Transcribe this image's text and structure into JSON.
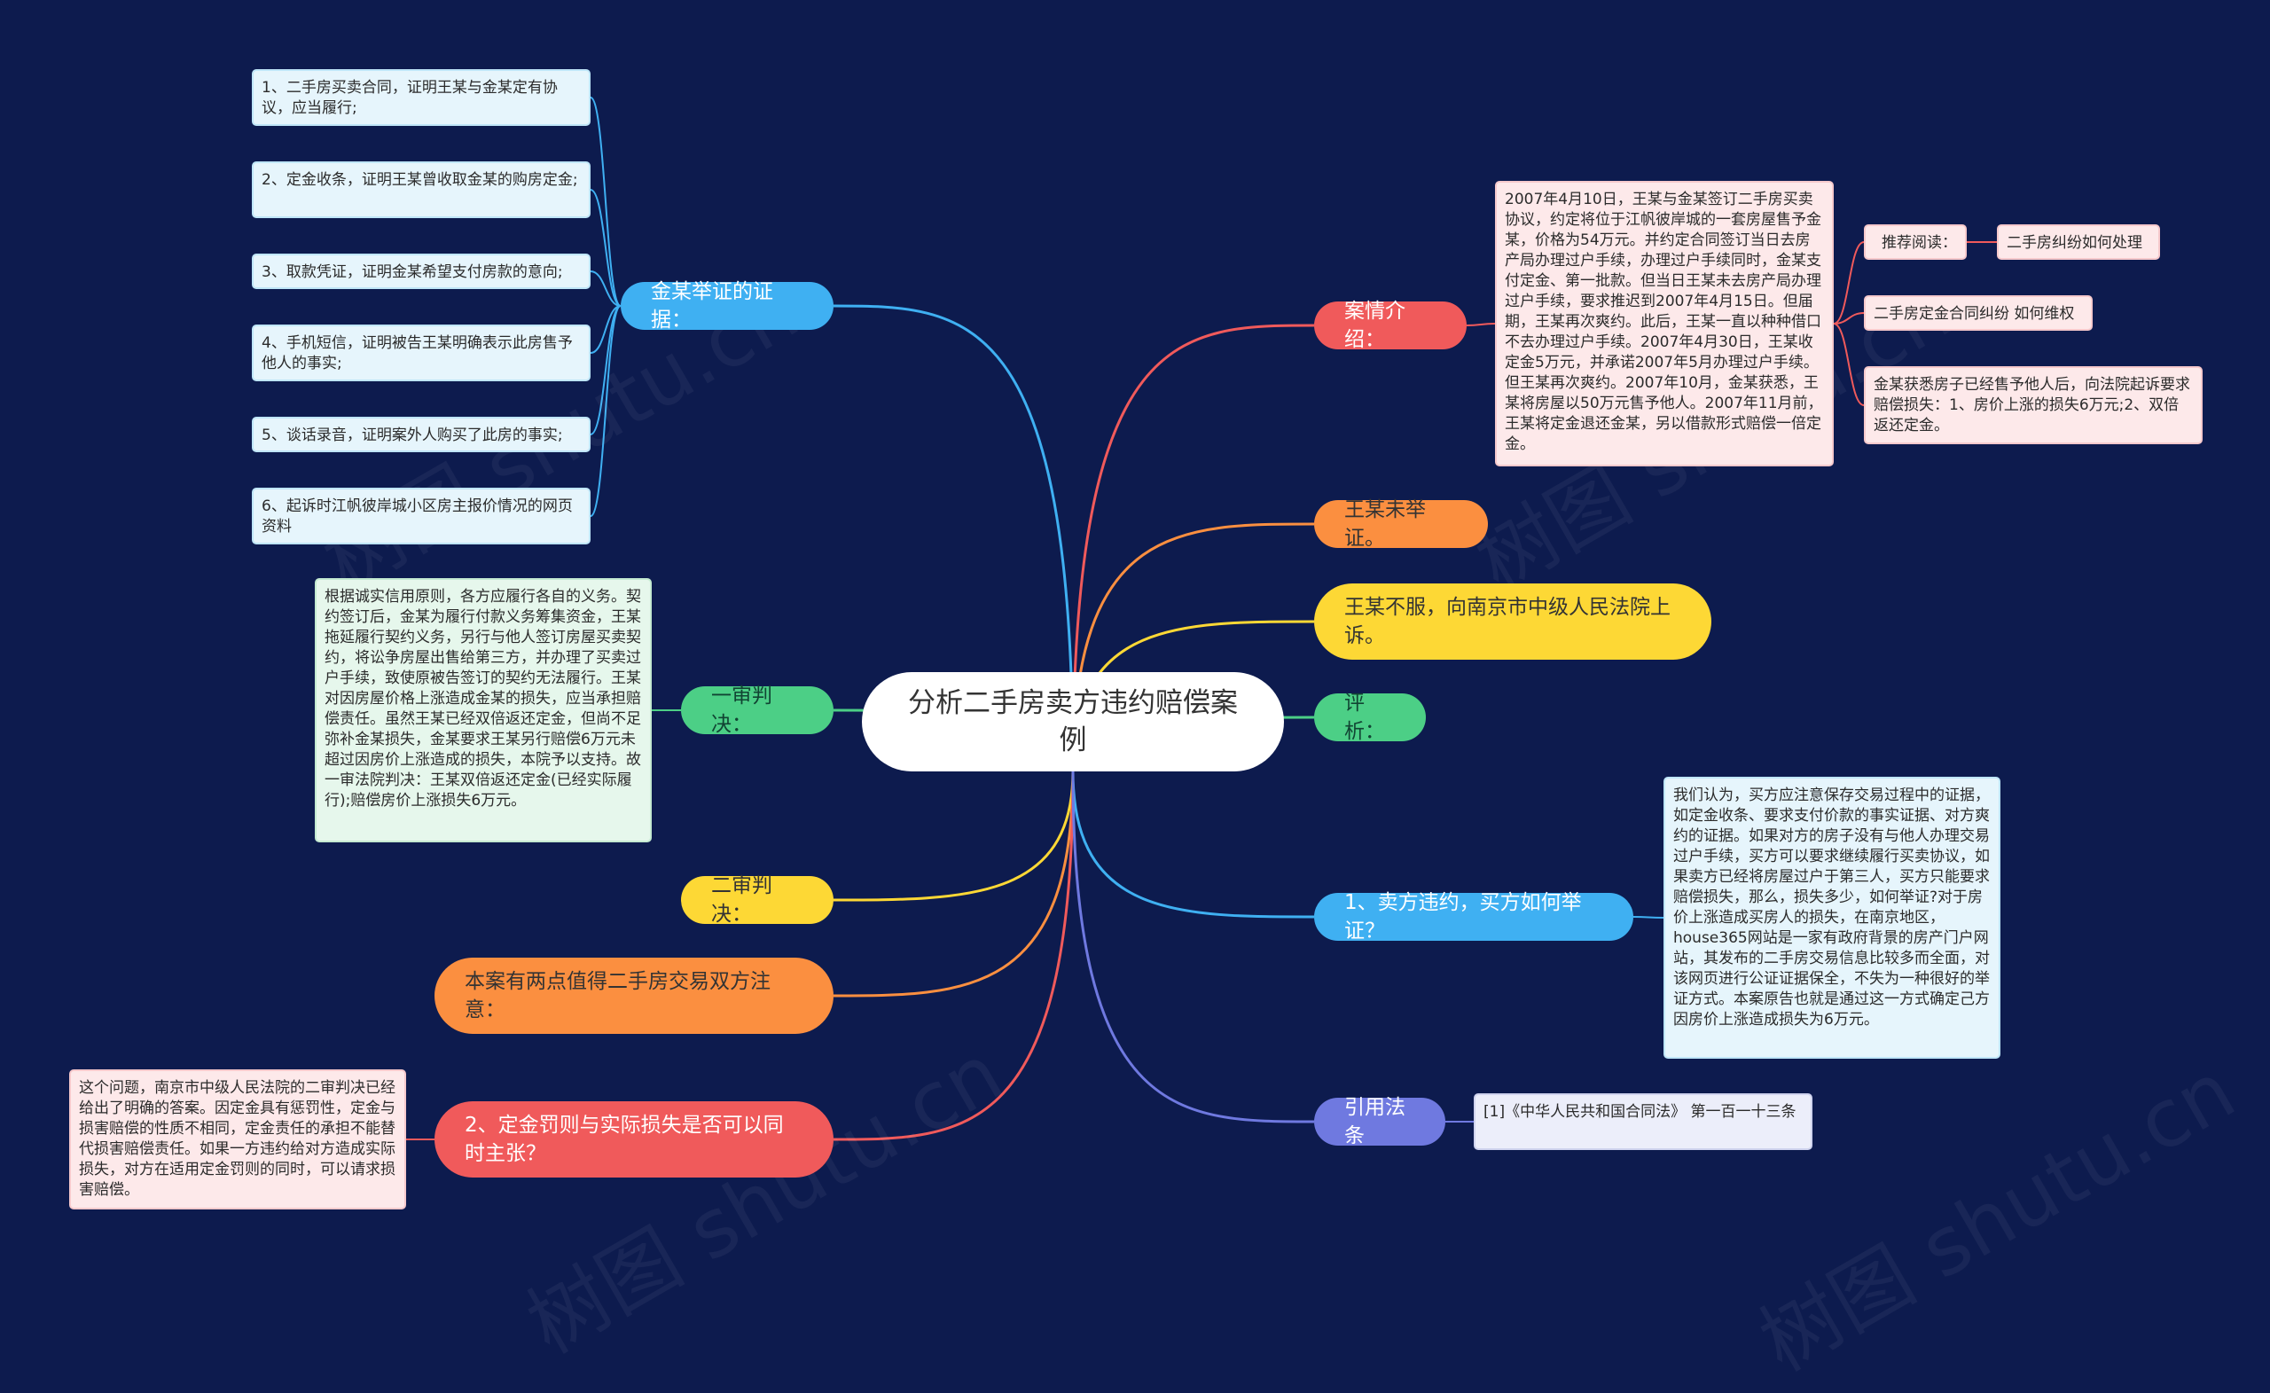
{
  "colors": {
    "background": "#0d1b4e",
    "blue": "#3fb0f2",
    "red": "#f05a5b",
    "orange": "#fb8f40",
    "yellow": "#fdd835",
    "green": "#4ccf86",
    "indigo": "#6f79e0"
  },
  "watermark": "树图 shutu.cn",
  "center": {
    "title": "分析二手房卖方违约赔偿案例"
  },
  "left": {
    "evidence": {
      "label": "金某举证的证据：",
      "items": [
        "1、二手房买卖合同，证明王某与金某定有协议，应当履行;",
        "2、定金收条，证明王某曾收取金某的购房定金;",
        "3、取款凭证，证明金某希望支付房款的意向;",
        "4、手机短信，证明被告王某明确表示此房售予他人的事实;",
        "5、谈话录音，证明案外人购买了此房的事实;",
        "6、起诉时江帆彼岸城小区房主报价情况的网页资料"
      ]
    },
    "first_trial": {
      "label": "一审判决：",
      "text": "根据诚实信用原则，各方应履行各自的义务。契约签订后，金某为履行付款义务筹集资金，王某拖延履行契约义务，另行与他人签订房屋买卖契约，将讼争房屋出售给第三方，并办理了买卖过户手续，致使原被告签订的契约无法履行。王某对因房屋价格上涨造成金某的损失，应当承担赔偿责任。虽然王某已经双倍返还定金，但尚不足弥补金某损失，金某要求王某另行赔偿6万元未超过因房价上涨造成的损失，本院予以支持。故一审法院判决：王某双倍返还定金(已经实际履行);赔偿房价上涨损失6万元。"
    },
    "second_trial": {
      "label": "二审判决："
    },
    "notice": {
      "label": "本案有两点值得二手房交易双方注意："
    },
    "penalty": {
      "label": "2、定金罚则与实际损失是否可以同时主张？",
      "text": "这个问题，南京市中级人民法院的二审判决已经给出了明确的答案。因定金具有惩罚性，定金与损害赔偿的性质不相同，定金责任的承担不能替代损害赔偿责任。如果一方违约给对方造成实际损失，对方在适用定金罚则的同时，可以请求损害赔偿。"
    }
  },
  "right": {
    "case_intro": {
      "label": "案情介绍：",
      "text": "2007年4月10日，王某与金某签订二手房买卖协议，约定将位于江帆彼岸城的一套房屋售予金某，价格为54万元。并约定合同签订当日去房产局办理过户手续，办理过户手续同时，金某支付定金、第一批款。但当日王某未去房产局办理过户手续，要求推迟到2007年4月15日。但届期，王某再次爽约。此后，王某一直以种种借口不去办理过户手续。2007年4月30日，王某收定金5万元，并承诺2007年5月办理过户手续。但王某再次爽约。2007年10月，金某获悉，王某将房屋以50万元售予他人。2007年11月前，王某将定金退还金某，另以借款形式赔偿一倍定金。",
      "recommend_label": "推荐阅读：",
      "recommend_link": "二手房纠纷如何处理",
      "deposit_dispute": "二手房定金合同纠纷 如何维权",
      "claim": "金某获悉房子已经售予他人后，向法院起诉要求赔偿损失：1、房价上涨的损失6万元;2、双倍返还定金。"
    },
    "no_proof": {
      "label": "王某未举证。"
    },
    "appeal": {
      "label": "王某不服，向南京市中级人民法院上诉。"
    },
    "analysis": {
      "label": "评析："
    },
    "seller_breach": {
      "label": "1、卖方违约，买方如何举证？",
      "text": "我们认为，买方应注意保存交易过程中的证据，如定金收条、要求支付价款的事实证据、对方爽约的证据。如果对方的房子没有与他人办理交易过户手续，买方可以要求继续履行买卖协议，如果卖方已经将房屋过户于第三人，买方只能要求赔偿损失，那么，损失多少，如何举证?对于房价上涨造成买房人的损失，在南京地区，house365网站是一家有政府背景的房产门户网站，其发布的二手房交易信息比较多而全面，对该网页进行公证证据保全，不失为一种很好的举证方式。本案原告也就是通过这一方式确定己方因房价上涨造成损失为6万元。"
    },
    "law": {
      "label": "引用法条",
      "text": "[1]《中华人民共和国合同法》 第一百一十三条"
    }
  }
}
